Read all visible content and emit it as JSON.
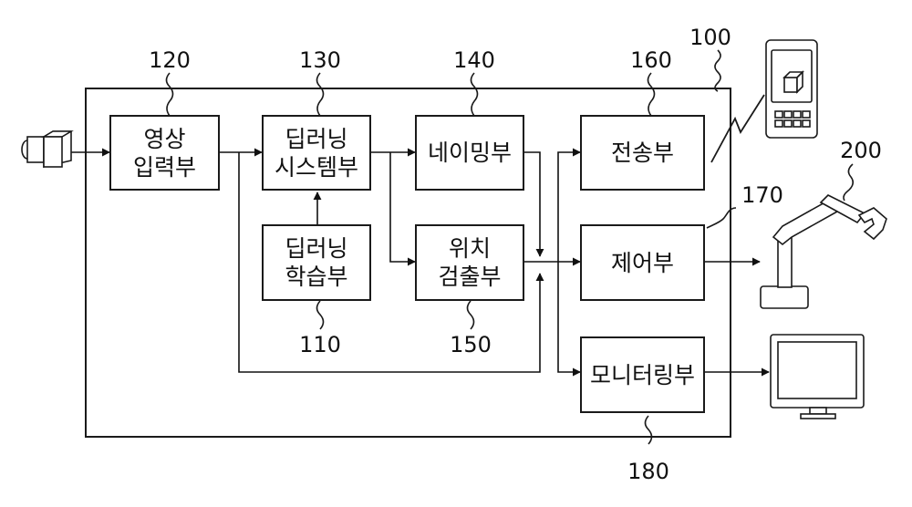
{
  "diagram": {
    "outer_ref": "100",
    "blocks": {
      "image_input": {
        "ref": "120",
        "line1": "영상",
        "line2": "입력부"
      },
      "dl_system": {
        "ref": "130",
        "line1": "딥러닝",
        "line2": "시스템부"
      },
      "naming": {
        "ref": "140",
        "line1": "네이밍부"
      },
      "dl_learning": {
        "ref": "110",
        "line1": "딥러닝",
        "line2": "학습부"
      },
      "position_detect": {
        "ref": "150",
        "line1": "위치",
        "line2": "검출부"
      },
      "transmit": {
        "ref": "160",
        "line1": "전송부"
      },
      "control": {
        "ref": "170",
        "line1": "제어부"
      },
      "monitoring": {
        "ref": "180",
        "line1": "모니터링부"
      }
    },
    "robot_ref": "200",
    "icons": {
      "camera": "camera-icon",
      "phone": "mobile-phone-icon",
      "robot": "robot-arm-icon",
      "monitor": "monitor-icon",
      "wireless": "wireless-signal-icon"
    }
  }
}
